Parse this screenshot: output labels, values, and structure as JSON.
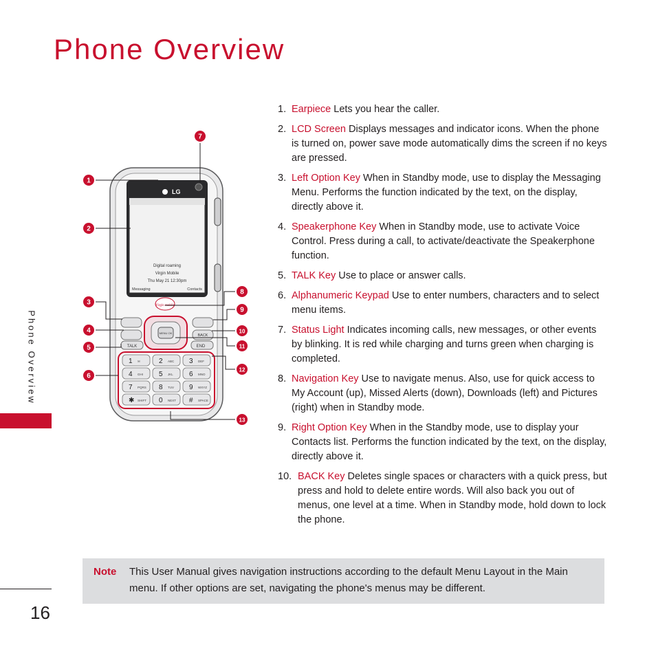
{
  "page": {
    "title": "Phone Overview",
    "side_label": "Phone Overview",
    "page_number": "16"
  },
  "items": [
    {
      "num": "1.",
      "term": "Earpiece",
      "desc": " Lets you hear the caller."
    },
    {
      "num": "2.",
      "term": "LCD Screen",
      "desc": " Displays messages and indicator icons. When the phone is turned on, power save mode automatically dims the screen if no keys are pressed."
    },
    {
      "num": "3.",
      "term": "Left Option Key",
      "desc": " When in Standby mode, use to display the Messaging Menu. Performs the function indicated by the text, on the display, directly above it."
    },
    {
      "num": "4.",
      "term": "Speakerphone Key",
      "desc": " When in Standby mode, use to activate Voice Control. Press during a call, to activate/deactivate the Speakerphone function."
    },
    {
      "num": "5.",
      "term": "TALK Key",
      "desc": " Use to place or answer calls."
    },
    {
      "num": "6.",
      "term": "Alphanumeric Keypad",
      "desc": " Use to enter numbers, characters and to select menu items."
    },
    {
      "num": "7.",
      "term": "Status Light",
      "desc": " Indicates incoming calls, new messages, or other events by blinking. It is red while charging and turns green when charging is completed."
    },
    {
      "num": "8.",
      "term": "Navigation Key",
      "desc": " Use to navigate menus. Also, use for quick access to My Account (up), Missed Alerts (down), Downloads (left) and Pictures (right) when in Standby mode."
    },
    {
      "num": "9.",
      "term": "Right Option Key",
      "desc": " When in the Standby mode, use to display your Contacts list. Performs the function indicated by the text, on the display, directly above it."
    },
    {
      "num": "10.",
      "term": "BACK Key",
      "desc": " Deletes single spaces or characters with a quick press, but press and hold to delete entire words. Will also back you out of menus, one level at a time. When in Standby mode, hold down to lock the phone."
    }
  ],
  "note": {
    "label": "Note",
    "text": "This User Manual gives navigation instructions according to the default Menu Layout in the Main menu. If other options are set, navigating the phone's menus may be different."
  },
  "phone": {
    "brand": "LG",
    "screen_line1": "Digital roaming",
    "screen_line2": "Virgin Mobile",
    "screen_line3": "Thu May 21 12:30pm",
    "softkey_left": "Messaging",
    "softkey_right": "Contacts",
    "carrier_logo": "Virgin mobile",
    "menu_ok": "MENU OK",
    "talk_label": "TALK",
    "end_label": "END",
    "back_label": "BACK",
    "keys": [
      {
        "digit": "1",
        "letters": "✉"
      },
      {
        "digit": "2",
        "letters": "ABC"
      },
      {
        "digit": "3",
        "letters": "DEF"
      },
      {
        "digit": "4",
        "letters": "GHI"
      },
      {
        "digit": "5",
        "letters": "JKL"
      },
      {
        "digit": "6",
        "letters": "MNO"
      },
      {
        "digit": "7",
        "letters": "PQRS"
      },
      {
        "digit": "8",
        "letters": "TUV"
      },
      {
        "digit": "9",
        "letters": "WXYZ"
      },
      {
        "digit": "✱",
        "letters": "SHIFT"
      },
      {
        "digit": "0",
        "letters": "NEXT"
      },
      {
        "digit": "#",
        "letters": "SPACE"
      }
    ],
    "callouts": [
      "1",
      "2",
      "3",
      "4",
      "5",
      "6",
      "7",
      "8",
      "9",
      "10",
      "11",
      "12",
      "13"
    ]
  },
  "colors": {
    "accent": "#c8102e",
    "note_bg": "#dcdddf",
    "text": "#231f20"
  }
}
